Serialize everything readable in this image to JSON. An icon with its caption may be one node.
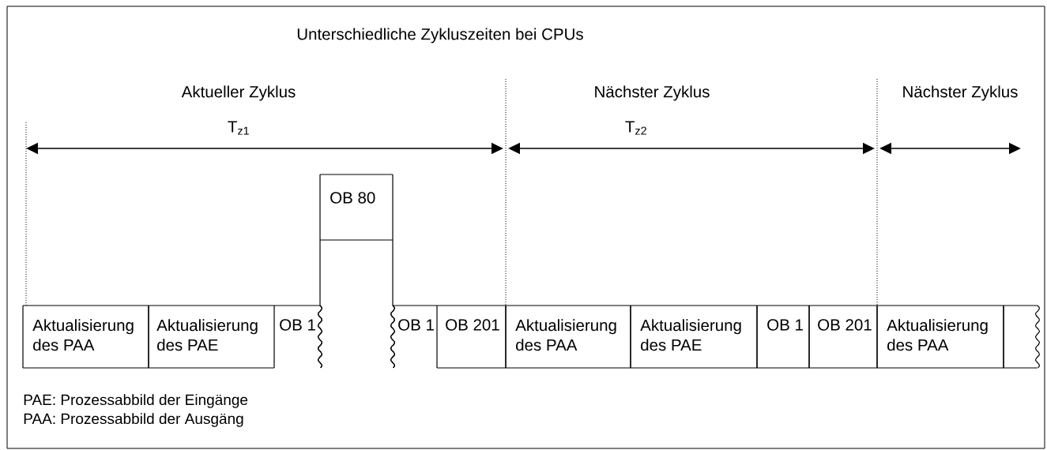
{
  "diagram": {
    "title": "Unterschiedliche Zykluszeiten bei CPUs",
    "nodes": [
      {
        "text": [
          "Aktualisierung des PAA"
        ]
      },
      {
        "text": [
          "Aktualisierung des PAE"
        ]
      },
      {
        "text": [
          "OB 1"
        ]
      },
      {
        "text": [
          "OB 80"
        ]
      },
      {
        "text": [
          "OB 1"
        ]
      },
      {
        "text": [
          "OB 201"
        ]
      },
      {
        "text": [
          "Aktualisierung des PAA"
        ]
      },
      {
        "text": [
          "Aktualisierung des PAE"
        ]
      },
      {
        "text": [
          "OB 1"
        ]
      },
      {
        "text": [
          "OB 201"
        ]
      },
      {
        "text": [
          "Aktualisierung des PAA"
        ]
      },
      {
        "text": [],
        "shape": "box"
      }
    ],
    "labels": [
      "Aktueller Zyklus",
      "Nächster Zyklus",
      "Nächster Zyklus",
      "T$_{z1}$",
      "T$_{z2}$",
      "PAE: Prozessabbild der Eingänge",
      "PAA: Prozessabbild der Ausgäng"
    ]
  }
}
